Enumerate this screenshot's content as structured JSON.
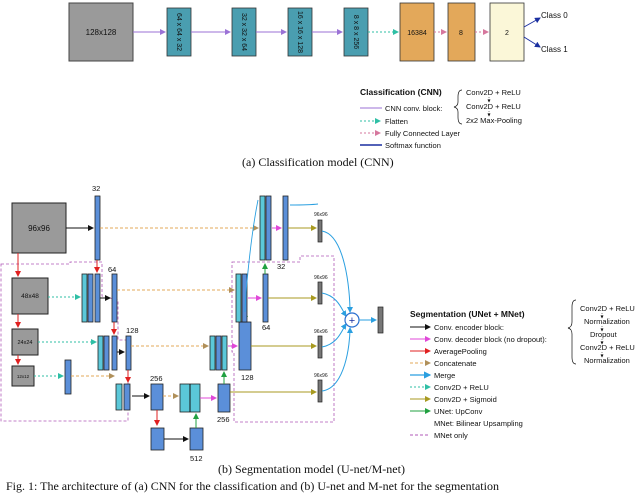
{
  "cnn": {
    "input_label": "128x128",
    "blocks": [
      "64 x 64 x 32",
      "32 x 32 x 64",
      "16 x 16 x 128",
      "8 x 8 x 256"
    ],
    "fc": [
      "16384",
      "8",
      "2"
    ],
    "outputs": [
      "Class 0",
      "Class 1"
    ],
    "legend_title": "Classification (CNN)",
    "legend_items": [
      "CNN conv. block:",
      "Flatten",
      "Fully Connected Layer",
      "Softmax function"
    ],
    "legend_block_steps": [
      "Conv2D + ReLU",
      "Conv2D + ReLU",
      "2x2 Max-Pooling"
    ],
    "caption": "(a) Classification model (CNN)"
  },
  "seg": {
    "inputs": [
      "96x96",
      "48x48",
      "24x24",
      "12x12"
    ],
    "size_labels": [
      "32",
      "64",
      "128",
      "256",
      "512",
      "256",
      "128",
      "64",
      "32"
    ],
    "output_labels": [
      "96x96",
      "96x96",
      "96x96",
      "96x96"
    ],
    "merge_symbol": "+",
    "legend_title": "Segmentation (UNet + MNet)",
    "legend_items": [
      "Conv. encoder block:",
      "Conv. decoder block (no dropout):",
      "AveragePooling",
      "Concatenate",
      "Merge",
      "Conv2D + ReLU",
      "Conv2D + Sigmoid",
      "UNet: UpConv",
      "MNet: Bilinear Upsampling",
      "MNet only"
    ],
    "legend_block_steps": [
      "Conv2D + ReLU",
      "Normalization",
      "Dropout",
      "Conv2D + ReLU",
      "Normalization"
    ],
    "caption": "(b) Segmentation model (U-net/M-net)"
  },
  "footer": "Fig. 1: The architecture of (a) CNN for the classification and (b) U-net and M-net for the segmentation",
  "colors": {
    "blue_block": "#5b8fd9",
    "teal_block": "#4a9eb0",
    "orange_block": "#e3a85a",
    "cream_block": "#fbf7d8",
    "gray_input": "#9a9a9a",
    "purple_line": "#9b72d6",
    "teal_line": "#2fbfa5",
    "pink_dash": "#d6779e",
    "magenta": "#e048d8",
    "red": "#e02020",
    "olive": "#a89a20",
    "sky": "#2a9fe0",
    "green": "#20a040",
    "brown": "#b0905a"
  }
}
